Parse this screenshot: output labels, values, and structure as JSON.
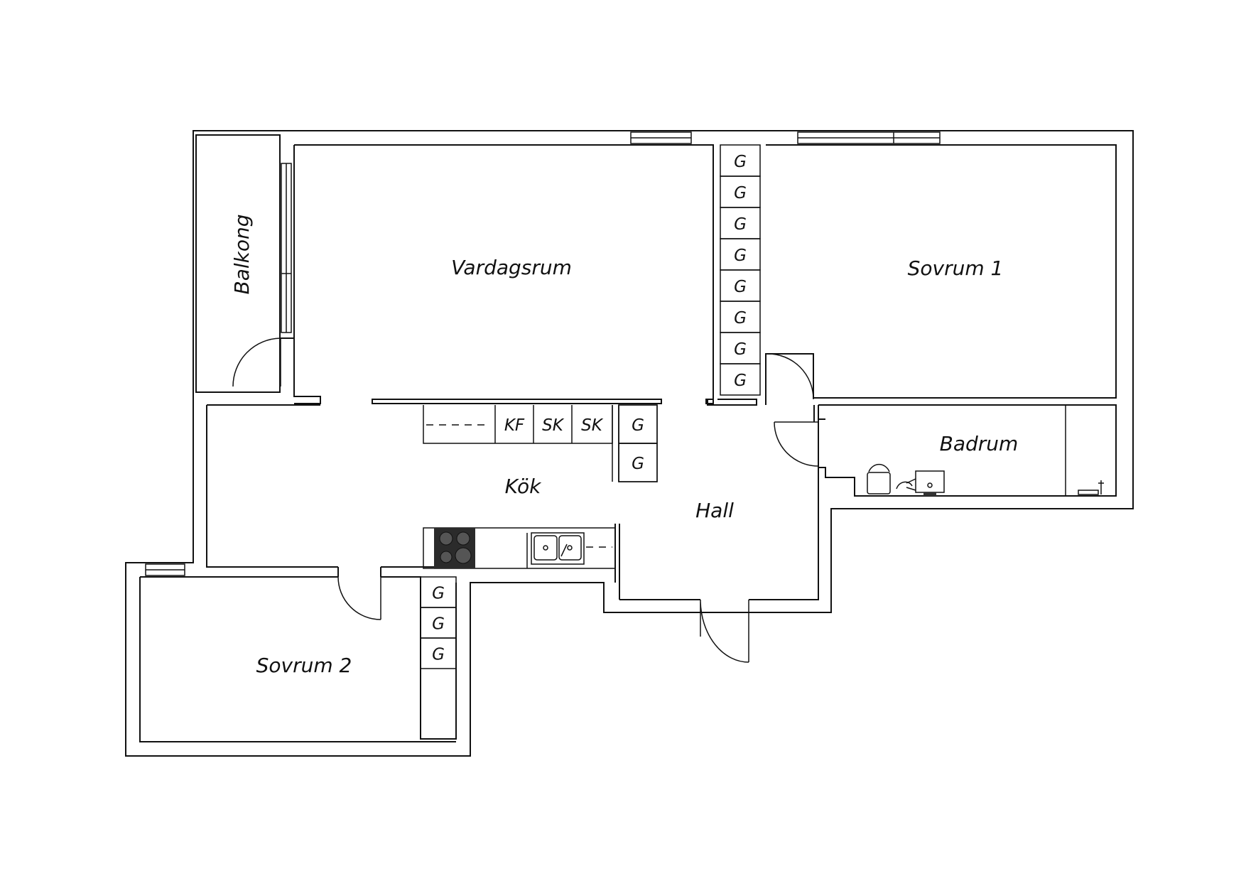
{
  "rooms": {
    "balkong": "Balkong",
    "vardagsrum": "Vardagsrum",
    "sovrum1": "Sovrum 1",
    "badrum": "Badrum",
    "kok": "Kök",
    "hall": "Hall",
    "sovrum2": "Sovrum 2"
  },
  "fixtures": {
    "wardrobe": "G",
    "fridge_freezer": "KF",
    "cabinet": "SK"
  },
  "wardrobe_counts": {
    "hall_column": 8,
    "kitchen_column": 2,
    "sovrum2_column": 3
  }
}
